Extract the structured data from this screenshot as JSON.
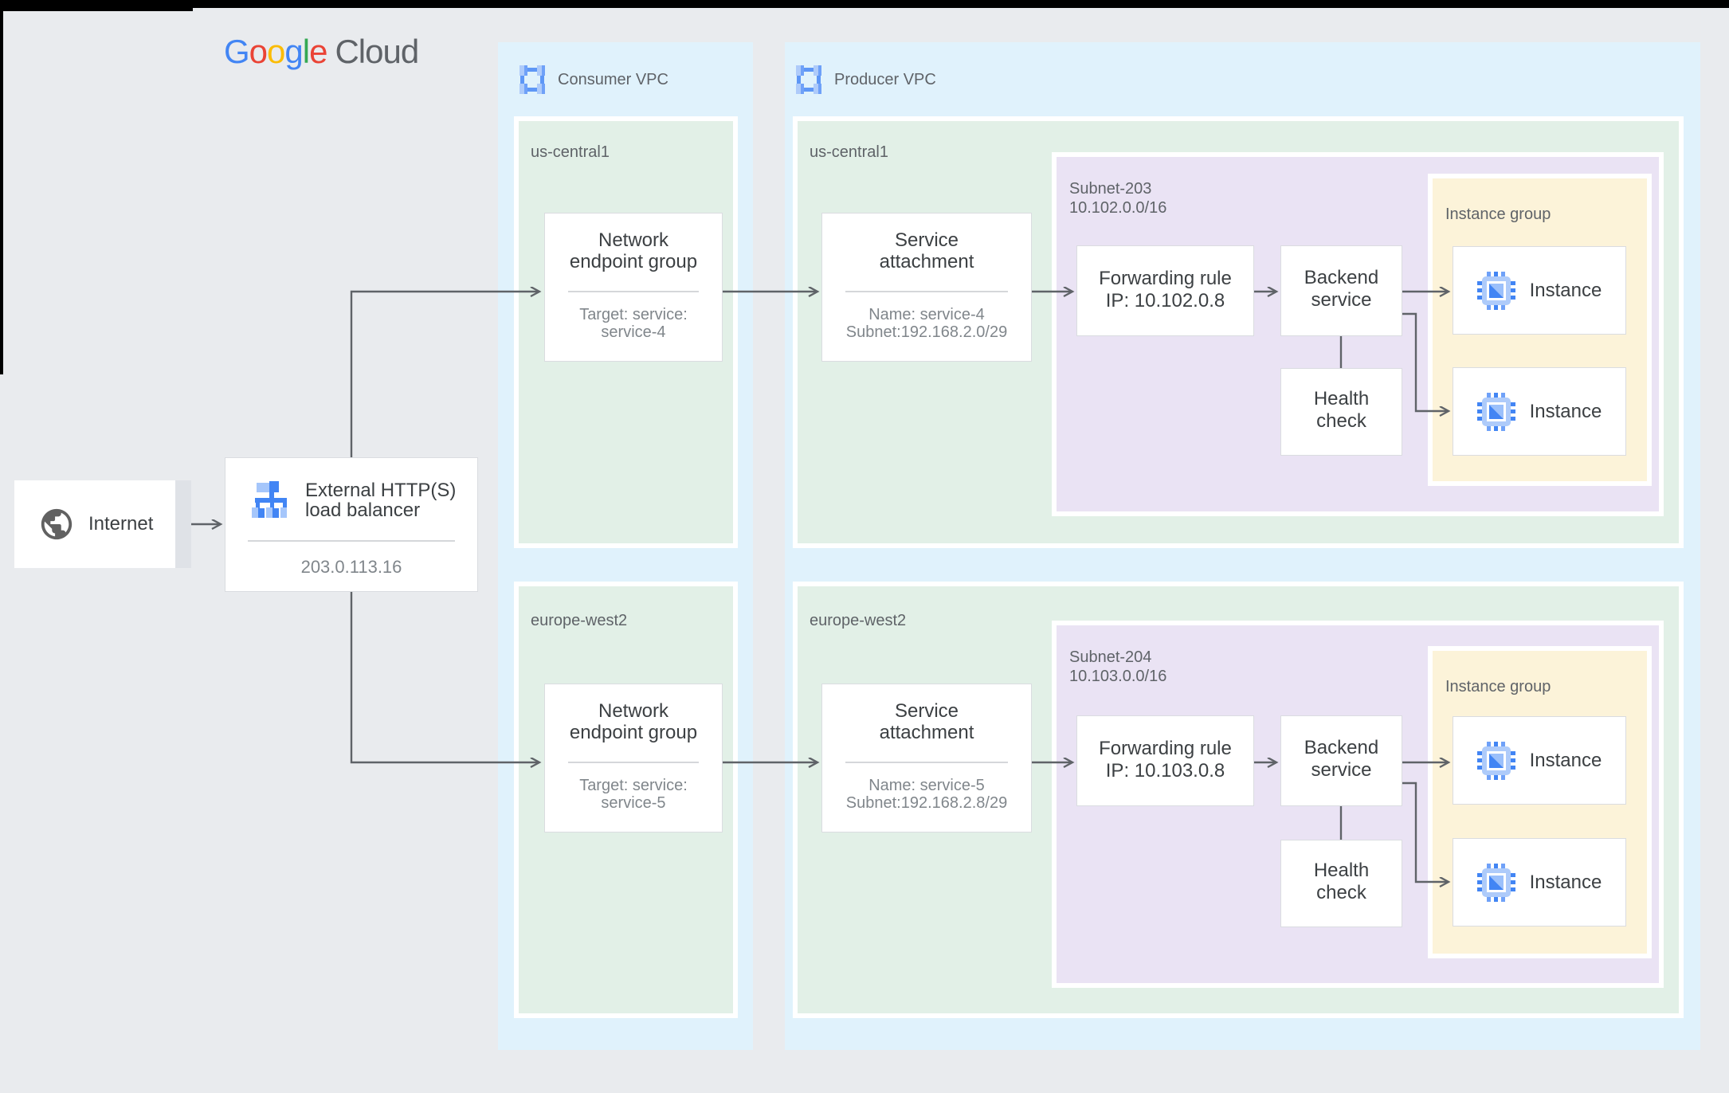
{
  "logo": {
    "letters": [
      {
        "ch": "G",
        "color": "#4285F4"
      },
      {
        "ch": "o",
        "color": "#EA4335"
      },
      {
        "ch": "o",
        "color": "#FBBC04"
      },
      {
        "ch": "g",
        "color": "#4285F4"
      },
      {
        "ch": "l",
        "color": "#34A853"
      },
      {
        "ch": "e",
        "color": "#EA4335"
      }
    ],
    "cloud": "Cloud"
  },
  "nodes": {
    "internet": {
      "label": "Internet"
    },
    "load_balancer": {
      "title": "External HTTP(S) load balancer",
      "ip": "203.0.113.16"
    }
  },
  "consumer_vpc": {
    "label": "Consumer VPC",
    "regions": [
      {
        "name": "us-central1",
        "neg": {
          "title": "Network endpoint group",
          "target_line1": "Target: service:",
          "target_line2": "service-4"
        }
      },
      {
        "name": "europe-west2",
        "neg": {
          "title": "Network endpoint group",
          "target_line1": "Target: service:",
          "target_line2": "service-5"
        }
      }
    ]
  },
  "producer_vpc": {
    "label": "Producer VPC",
    "regions": [
      {
        "name": "us-central1",
        "subnet": {
          "name": "Subnet-203",
          "cidr": "10.102.0.0/16"
        },
        "service_attachment": {
          "title": "Service attachment",
          "name_line": "Name: service-4",
          "subnet_line": "Subnet:192.168.2.0/29"
        },
        "forwarding_rule": {
          "title": "Forwarding rule",
          "ip_line": "IP: 10.102.0.8"
        },
        "backend_service": "Backend service",
        "health_check": "Health check",
        "instance_group": {
          "label": "Instance group",
          "instances": [
            "Instance",
            "Instance"
          ]
        }
      },
      {
        "name": "europe-west2",
        "subnet": {
          "name": "Subnet-204",
          "cidr": "10.103.0.0/16"
        },
        "service_attachment": {
          "title": "Service attachment",
          "name_line": "Name: service-5",
          "subnet_line": "Subnet:192.168.2.8/29"
        },
        "forwarding_rule": {
          "title": "Forwarding rule",
          "ip_line": "IP: 10.103.0.8"
        },
        "backend_service": "Backend service",
        "health_check": "Health check",
        "instance_group": {
          "label": "Instance group",
          "instances": [
            "Instance",
            "Instance"
          ]
        }
      }
    ]
  },
  "colors": {
    "page_bg": "#E9EBEE",
    "vpc_panel": "#E0F2FC",
    "region_green": "#E2F0E7",
    "subnet_purple": "#EAE3F4",
    "instance_group_yellow": "#FCF3D9",
    "connector": "#5F6368",
    "google_blue": "#4285F4",
    "google_red": "#EA4335",
    "google_yellow": "#FBBC04",
    "google_green": "#34A853",
    "text_dark": "#3C4043",
    "text_gray": "#80868B",
    "label_gray": "#5F6368",
    "node_border": "#DADCE0"
  },
  "icons": {
    "internet": "globe-icon",
    "load_balancer": "load-balancer-icon",
    "vpc": "vpc-icon",
    "instance": "chip-icon"
  }
}
